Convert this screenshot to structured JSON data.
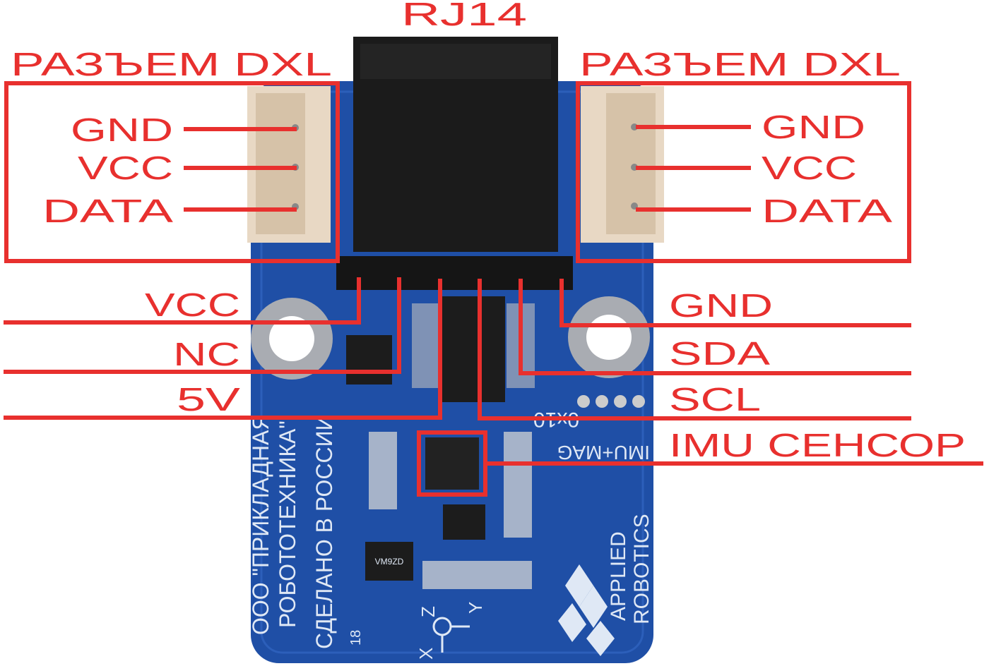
{
  "labels": {
    "rj14": "RJ14",
    "dxl_left_title": "РАЗЪЕМ DXL",
    "dxl_right_title": "РАЗЪЕМ DXL",
    "left_pins": [
      "GND",
      "VCC",
      "DATA"
    ],
    "right_pins": [
      "GND",
      "VCC",
      "DATA"
    ],
    "header_left": [
      "VCC",
      "NC",
      "5V"
    ],
    "header_right": [
      "GND",
      "SDA",
      "SCL"
    ],
    "imu": "IMU СЕНСОР"
  },
  "silkscreen": {
    "company_line1": "ООО \"ПРИКЛАДНАЯ",
    "company_line2": "РОБОТОТЕХНИКА\"",
    "made_in": "СДЕЛАНО В РОССИИ",
    "address": "0x10",
    "sensor": "IMU+MAG",
    "brand_line1": "APPLIED",
    "brand_line2": "ROBOTICS",
    "chip_mark": "VM9ZD",
    "axis_z": "Z",
    "axis_y": "Y",
    "axis_x": "X",
    "size": "18"
  },
  "colors": {
    "label": "#e8302e",
    "pcb": "#1f4fa6",
    "connector": "#1b1b1b"
  }
}
